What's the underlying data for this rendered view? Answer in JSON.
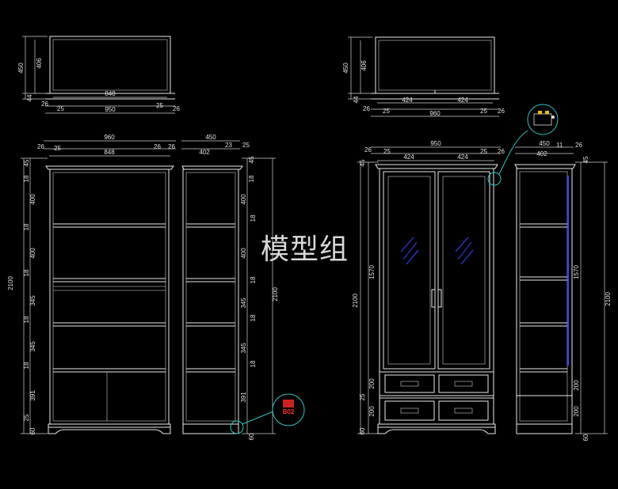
{
  "watermark": "模型组",
  "callout_left": {
    "label": "B02"
  },
  "cab_a": {
    "top_view": {
      "h_outer": "450",
      "h_inner": "406",
      "h_bottom": "44",
      "w_inner": "848",
      "w_outer": "950",
      "off_l1": "26",
      "off_l2": "25",
      "off_r1": "25",
      "off_r2": "26"
    },
    "front": {
      "w_top": "960",
      "w_off_l1": "26",
      "w_off_l2": "25",
      "w_off_r1": "26",
      "w_off_r2": "26",
      "w_inner": "848",
      "h_total": "2100",
      "h_45": "45",
      "h_rows": [
        "18",
        "400",
        "18",
        "400",
        "18",
        "345",
        "18",
        "345",
        "18",
        "391",
        "25",
        "60"
      ]
    },
    "side": {
      "w_outer": "450",
      "w_inner": "402",
      "w_23": "23",
      "w_25": "25",
      "h_total": "2100",
      "h_rows": [
        "45",
        "18",
        "400",
        "18",
        "400",
        "18",
        "345",
        "18",
        "345",
        "18",
        "391",
        "60"
      ]
    }
  },
  "cab_b": {
    "top_view": {
      "h_outer": "450",
      "h_inner": "406",
      "h_bottom": "44",
      "w_l": "424",
      "w_r": "424",
      "w_outer": "960",
      "off_l1": "26",
      "off_l2": "25",
      "off_r1": "25",
      "off_r2": "26"
    },
    "front": {
      "w_top": "950",
      "w_off_l1": "26",
      "w_off_l2": "25",
      "w_off_r1": "25",
      "w_off_r2": "26",
      "w_l": "424",
      "w_r": "424",
      "h_total": "2100",
      "h_rows": [
        "45",
        "1570",
        "200",
        "25",
        "200",
        "60"
      ]
    },
    "side": {
      "w_outer": "450",
      "w_inner": "402",
      "w_11": "11",
      "w_26": "26",
      "h_total": "2100",
      "h_rows": [
        "45",
        "1570",
        "200",
        "200",
        "60"
      ]
    }
  }
}
